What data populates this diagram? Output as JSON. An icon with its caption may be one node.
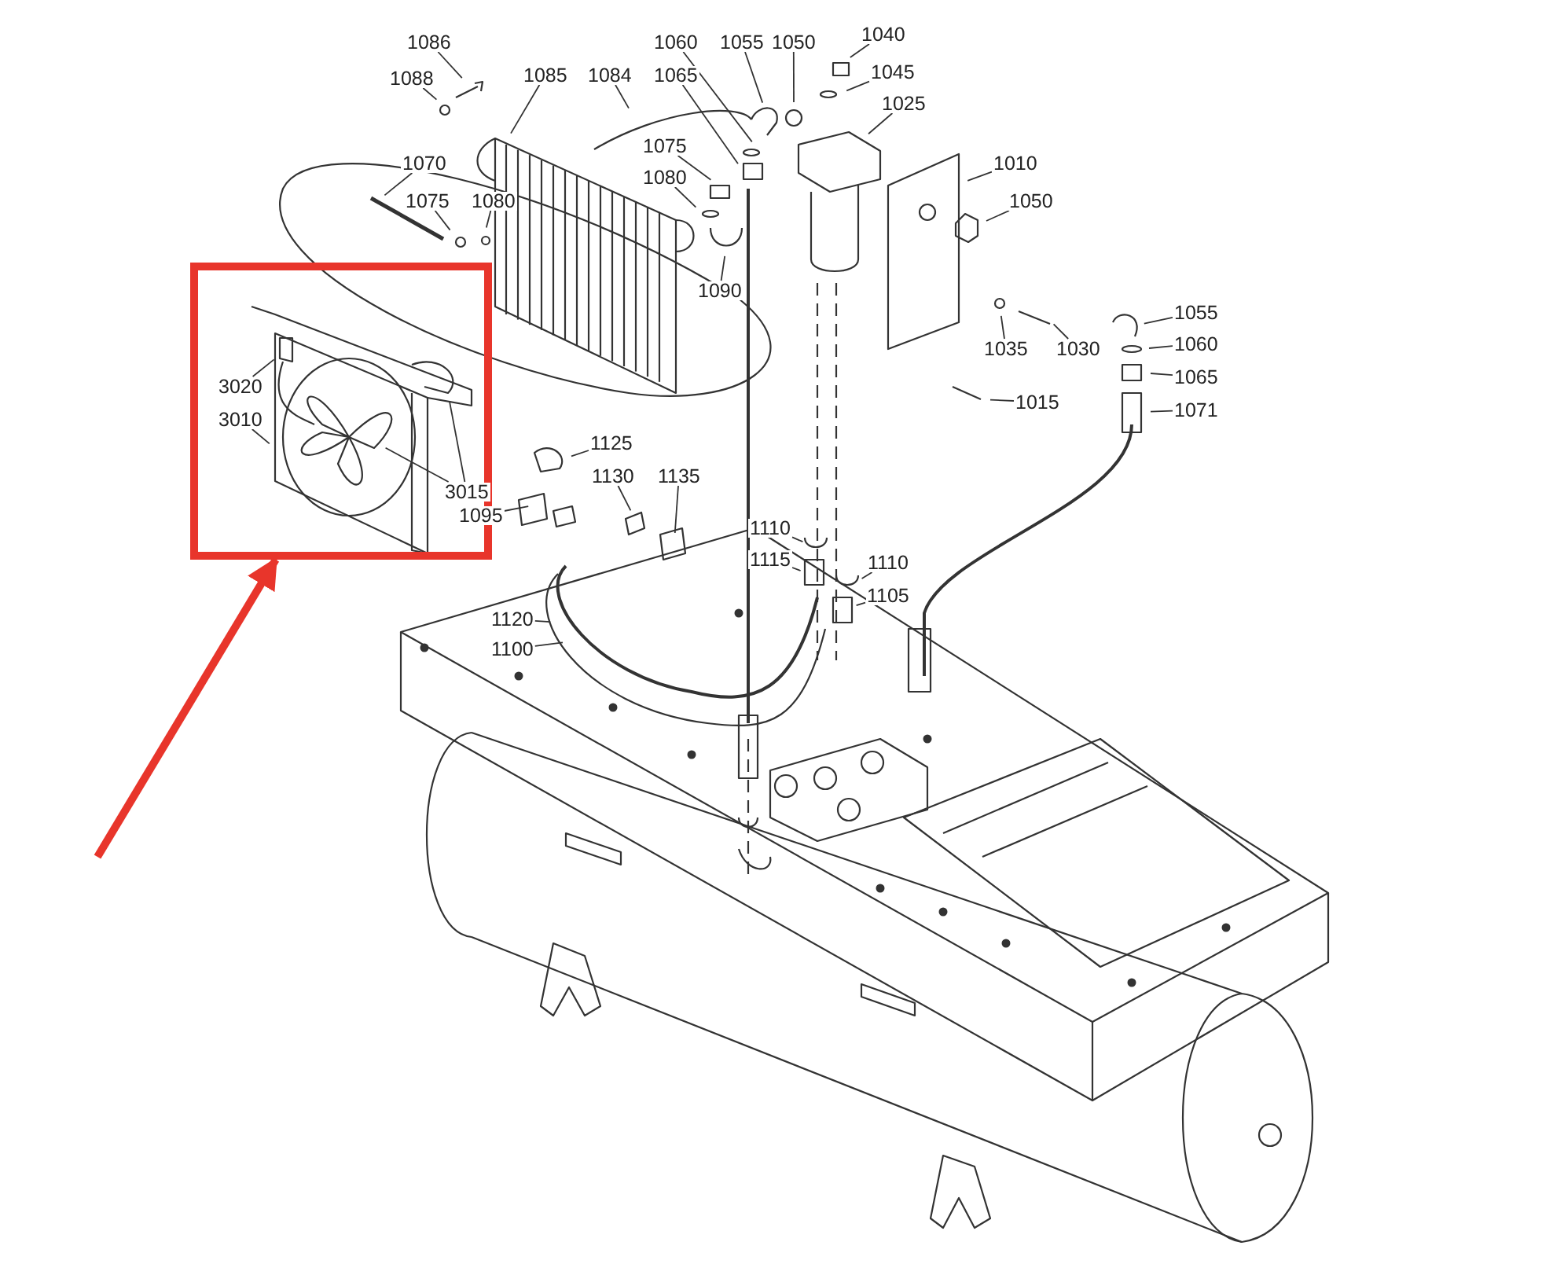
{
  "diagram": {
    "nodes": [
      {
        "text": [],
        "shape": "box"
      },
      {
        "text": [
          "1086"
        ]
      },
      {
        "text": [
          "1060"
        ]
      },
      {
        "text": [
          "1055"
        ]
      },
      {
        "text": [
          "1050"
        ]
      },
      {
        "text": [
          "1040"
        ]
      },
      {
        "text": [
          "1088"
        ]
      },
      {
        "text": [
          "1085"
        ]
      },
      {
        "text": [
          "1084"
        ]
      },
      {
        "text": [
          "1065"
        ]
      },
      {
        "text": [
          "1045"
        ]
      },
      {
        "text": [
          "1025"
        ]
      },
      {
        "text": [
          "1075"
        ]
      },
      {
        "text": [
          "1070"
        ]
      },
      {
        "text": [
          "1080"
        ]
      },
      {
        "text": [
          "1075"
        ]
      },
      {
        "text": [
          "1080"
        ]
      },
      {
        "text": [
          "1010"
        ]
      },
      {
        "text": [
          "1050"
        ]
      },
      {
        "text": [
          "1090"
        ]
      },
      {
        "text": [
          "1055"
        ]
      },
      {
        "text": [
          "1060"
        ]
      },
      {
        "text": [
          "1035"
        ]
      },
      {
        "text": [
          "1030"
        ]
      },
      {
        "text": [
          "1065"
        ]
      },
      {
        "text": [
          "1015"
        ]
      },
      {
        "text": [
          "1071"
        ]
      },
      {
        "text": [
          "3020"
        ],
        "in": 0
      },
      {
        "text": [
          "3010"
        ],
        "in": 0
      },
      {
        "text": [
          "1125"
        ]
      },
      {
        "text": [
          "1130"
        ]
      },
      {
        "text": [
          "1135"
        ]
      },
      {
        "text": [
          "3015"
        ],
        "in": 0
      },
      {
        "text": [
          "1095"
        ]
      },
      {
        "text": [
          "1110"
        ]
      },
      {
        "text": [
          "1115"
        ]
      },
      {
        "text": [
          "1110"
        ]
      },
      {
        "text": [
          "1105"
        ]
      },
      {
        "text": [
          "1120"
        ]
      },
      {
        "text": [
          "1100"
        ]
      }
    ],
    "edges": [
      {
        "from": 1,
        "to": null,
        "arrow": "none"
      },
      {
        "from": 2,
        "to": null,
        "arrow": "none"
      },
      {
        "from": 3,
        "to": null,
        "arrow": "none"
      },
      {
        "from": 4,
        "to": null,
        "arrow": "none"
      },
      {
        "from": 5,
        "to": null,
        "arrow": "none"
      },
      {
        "from": 6,
        "to": null,
        "arrow": "none"
      },
      {
        "from": 7,
        "to": null,
        "arrow": "none"
      },
      {
        "from": 8,
        "to": null,
        "arrow": "none"
      },
      {
        "from": 9,
        "to": null,
        "arrow": "none"
      },
      {
        "from": 10,
        "to": null,
        "arrow": "none"
      },
      {
        "from": 11,
        "to": null,
        "arrow": "none"
      },
      {
        "from": 12,
        "to": null,
        "arrow": "none"
      },
      {
        "from": 13,
        "to": null,
        "arrow": "none"
      },
      {
        "from": 14,
        "to": null,
        "arrow": "none"
      },
      {
        "from": 15,
        "to": null,
        "arrow": "none"
      },
      {
        "from": 16,
        "to": null,
        "arrow": "none"
      },
      {
        "from": 17,
        "to": null,
        "arrow": "none"
      },
      {
        "from": 18,
        "to": null,
        "arrow": "none"
      },
      {
        "from": 19,
        "to": null,
        "arrow": "none"
      },
      {
        "from": 20,
        "to": null,
        "arrow": "none"
      },
      {
        "from": 21,
        "to": null,
        "arrow": "none"
      },
      {
        "from": 22,
        "to": null,
        "arrow": "none"
      },
      {
        "from": 23,
        "to": null,
        "arrow": "none"
      },
      {
        "from": 24,
        "to": null,
        "arrow": "none"
      },
      {
        "from": 25,
        "to": null,
        "arrow": "none"
      },
      {
        "from": 26,
        "to": null,
        "arrow": "none"
      },
      {
        "from": 27,
        "to": null,
        "arrow": "none"
      },
      {
        "from": 28,
        "to": null,
        "arrow": "none"
      },
      {
        "from": 29,
        "to": null,
        "arrow": "none"
      },
      {
        "from": 30,
        "to": null,
        "arrow": "none"
      },
      {
        "from": 31,
        "to": null,
        "arrow": "none"
      },
      {
        "from": 32,
        "to": null,
        "arrow": "none"
      },
      {
        "from": 32,
        "to": null,
        "arrow": "none"
      },
      {
        "from": 33,
        "to": null,
        "arrow": "none"
      },
      {
        "from": 34,
        "to": null,
        "arrow": "none"
      },
      {
        "from": 35,
        "to": null,
        "arrow": "none"
      },
      {
        "from": 36,
        "to": null,
        "arrow": "none"
      },
      {
        "from": 37,
        "to": null,
        "arrow": "none"
      },
      {
        "from": 38,
        "to": null,
        "arrow": "none"
      },
      {
        "from": 39,
        "to": null,
        "arrow": "none"
      },
      {
        "from": null,
        "to": 0,
        "arrow": "to",
        "style": "thick",
        "color": "#e8352b"
      }
    ]
  }
}
